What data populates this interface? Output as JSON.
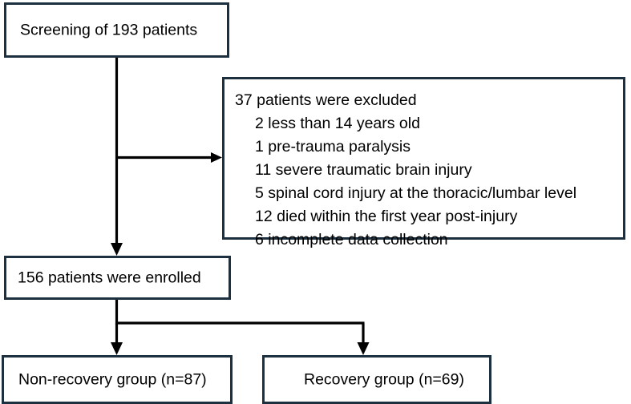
{
  "diagram": {
    "type": "flowchart",
    "title": "Patient enrollment flow diagram",
    "colors": {
      "box_border": "#1c3040",
      "box_fill": "#ffffff",
      "connector": "#000000",
      "text": "#000000"
    },
    "nodes": {
      "screening": {
        "label": "Screening of 193 patients",
        "count": 193
      },
      "exclusions": {
        "heading": "37 patients were excluded",
        "total_excluded": 37,
        "reasons": [
          {
            "n": 2,
            "text": "2 less than 14 years old"
          },
          {
            "n": 1,
            "text": "1 pre-trauma paralysis"
          },
          {
            "n": 11,
            "text": "11 severe traumatic brain injury"
          },
          {
            "n": 5,
            "text": "5 spinal cord injury at the thoracic/lumbar level"
          },
          {
            "n": 12,
            "text": "12 died within the first year post-injury"
          },
          {
            "n": 6,
            "text": "6 incomplete data collection"
          }
        ]
      },
      "enrolled": {
        "label": "156 patients were enrolled",
        "count": 156
      },
      "non_recovery": {
        "label": "Non-recovery group (n=87)",
        "count": 87
      },
      "recovery": {
        "label": "Recovery group (n=69)",
        "count": 69
      }
    },
    "edges": [
      {
        "from": "screening",
        "to": "exclusions",
        "style": "elbow-right-arrow"
      },
      {
        "from": "screening",
        "to": "enrolled",
        "style": "vertical-arrow"
      },
      {
        "from": "enrolled",
        "to": "non_recovery",
        "style": "split-down-arrow"
      },
      {
        "from": "enrolled",
        "to": "recovery",
        "style": "split-down-arrow"
      }
    ]
  }
}
